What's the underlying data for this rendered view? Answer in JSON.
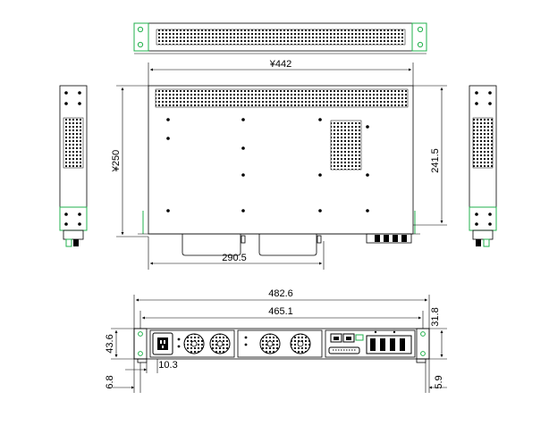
{
  "dimensions": {
    "top_width": "¥442",
    "depth": "¥250",
    "inner_depth": "241.5",
    "handle_span": "290.5",
    "panel_width": "482.6",
    "body_width": "465.1",
    "height": "43.6",
    "ear_height": "31.8",
    "foot_left": "6.8",
    "offset": "10.3",
    "foot_right": "5.9"
  },
  "colors": {
    "line": "#000000",
    "mount_ear": "#22b14c"
  },
  "icons": [
    "power-socket-icon",
    "fan-icon",
    "rj45-port-icon",
    "terminal-block-icon",
    "mesh-vent-icon"
  ]
}
